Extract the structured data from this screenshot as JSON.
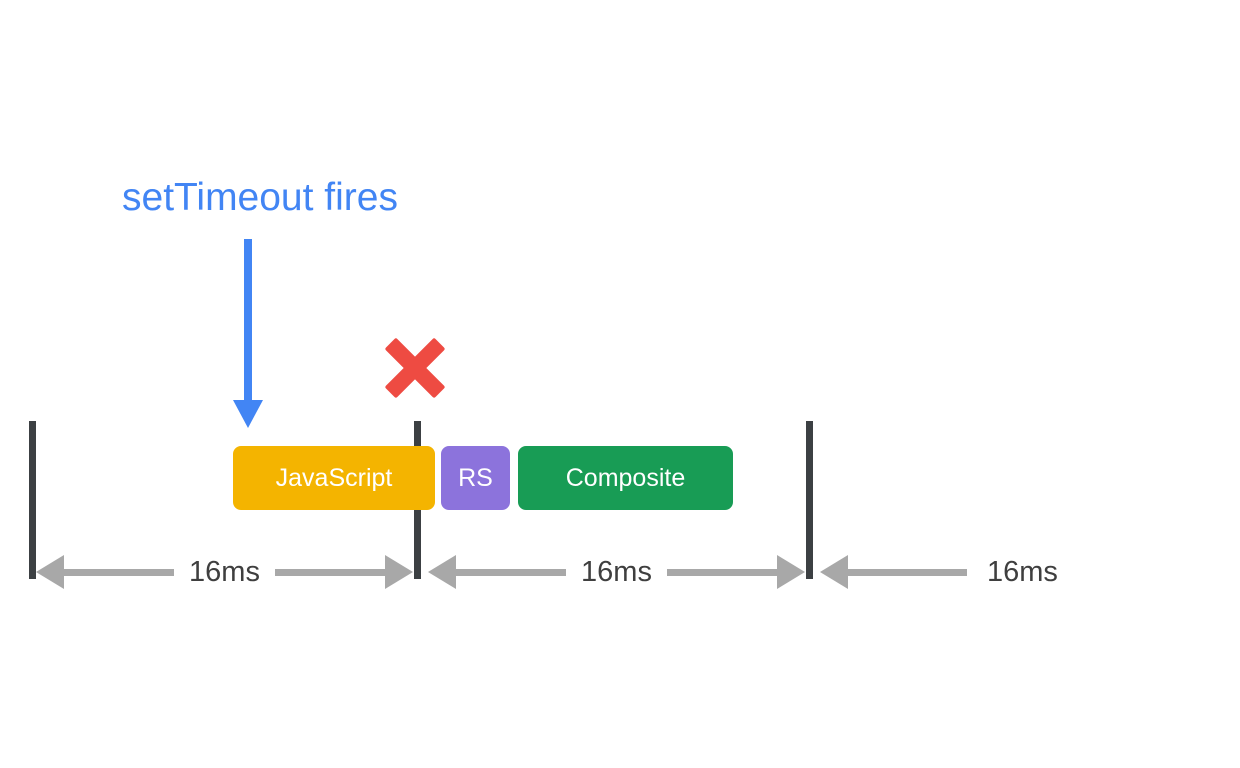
{
  "diagram": {
    "title": "setTimeout fires",
    "blocks": {
      "javascript": {
        "label": "JavaScript",
        "color": "#F4B400"
      },
      "rs": {
        "label": "RS",
        "color": "#8C73DC"
      },
      "composite": {
        "label": "Composite",
        "color": "#189C55"
      }
    },
    "measurements": {
      "span1": "16ms",
      "span2": "16ms",
      "span3": "16ms"
    },
    "colors": {
      "title_text": "#4285F4",
      "pointer_arrow": "#4285F4",
      "cross": "#EE4B42",
      "frame_boundary_bar": "#3C4043",
      "measure_arrow": "#A8A8A8",
      "measure_label": "#3F3F3F",
      "background": "#FFFFFF"
    }
  }
}
